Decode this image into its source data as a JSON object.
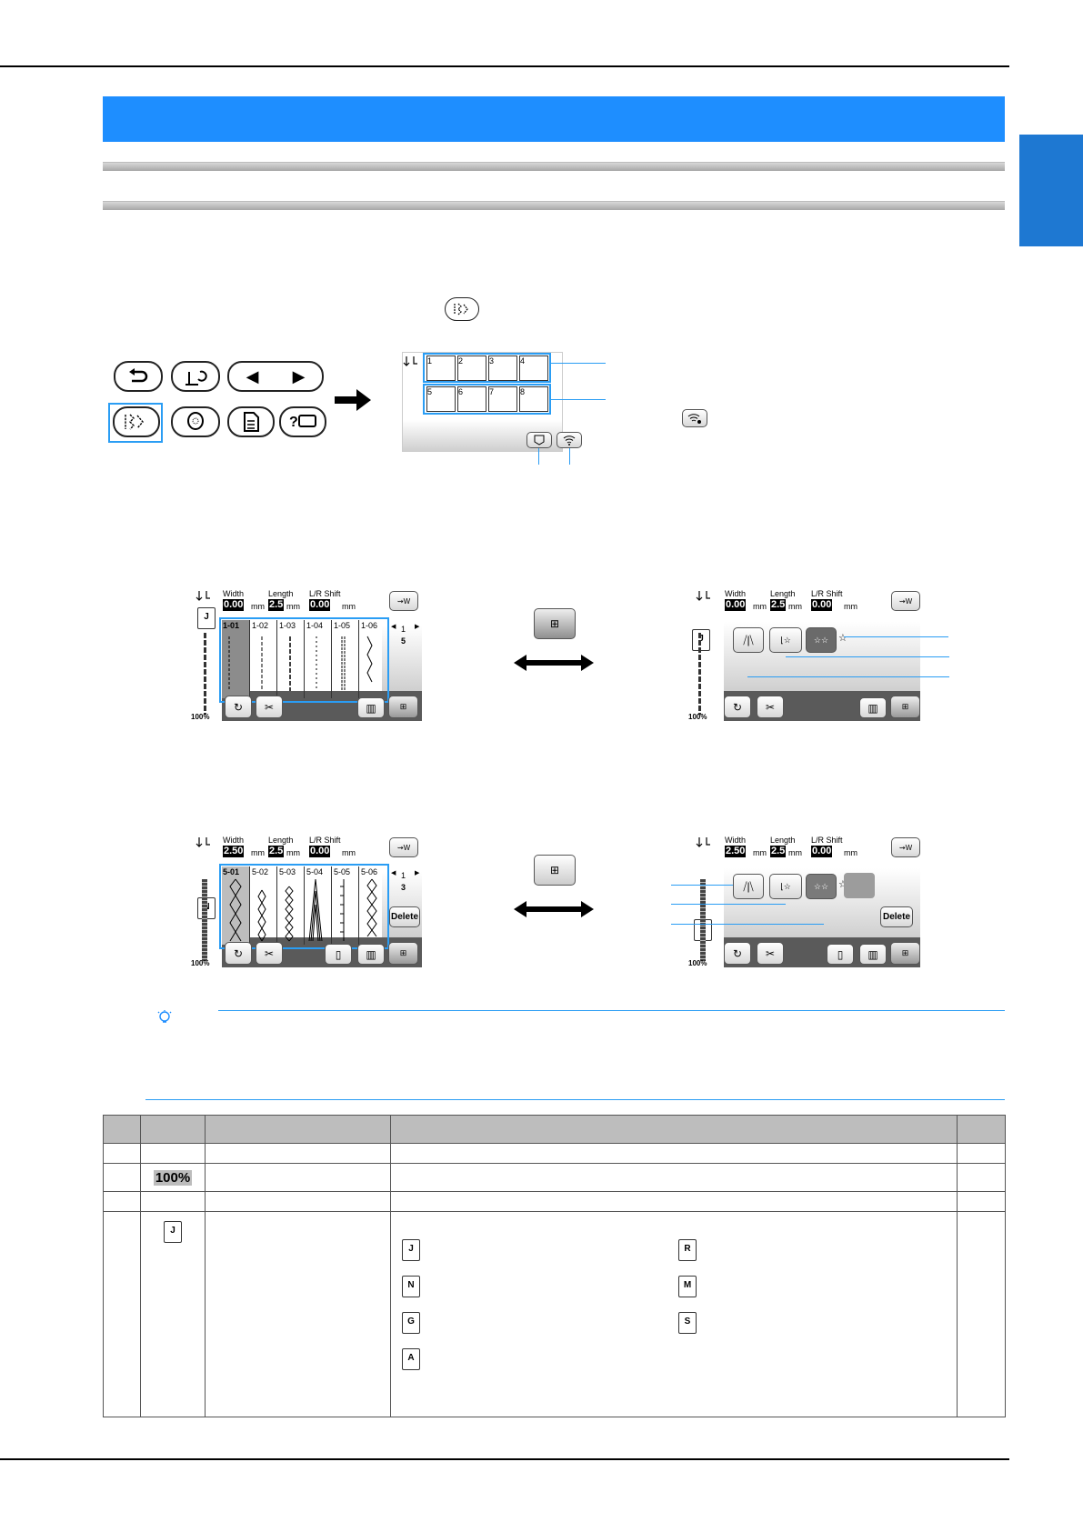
{
  "title_bar": {
    "text": ""
  },
  "home_buttons": {
    "row1": [
      "↶",
      "⟳",
      "◀ ▶"
    ],
    "row2": [
      "utility",
      "embroidery",
      "menu",
      "help"
    ]
  },
  "category_screen": {
    "cells": [
      "1",
      "2",
      "3",
      "4",
      "5",
      "6",
      "7",
      "8"
    ]
  },
  "screen_a": {
    "width_label": "Width",
    "width_value": "0.00",
    "width_unit": "mm",
    "length_label": "Length",
    "length_value": "2.5",
    "length_unit": "mm",
    "shift_label": "L/R Shift",
    "shift_value": "0.00",
    "shift_unit": "mm",
    "page_current": "1",
    "page_total": "5",
    "percent": "100%",
    "foot": "J",
    "stitches": [
      "1-01",
      "1-02",
      "1-03",
      "1-04",
      "1-05",
      "1-06"
    ]
  },
  "screen_b": {
    "width_label": "Width",
    "width_value": "0.00",
    "width_unit": "mm",
    "length_label": "Length",
    "length_value": "2.5",
    "length_unit": "mm",
    "shift_label": "L/R Shift",
    "shift_value": "0.00",
    "shift_unit": "mm",
    "percent": "100%",
    "foot": "J"
  },
  "screen_c": {
    "width_label": "Width",
    "width_value": "2.50",
    "width_unit": "mm",
    "length_label": "Length",
    "length_value": "2.5",
    "length_unit": "mm",
    "shift_label": "L/R Shift",
    "shift_value": "0.00",
    "shift_unit": "mm",
    "page_current": "1",
    "page_total": "3",
    "percent": "100%",
    "foot": "N",
    "delete_label": "Delete",
    "stitches": [
      "5-01",
      "5-02",
      "5-03",
      "5-04",
      "5-05",
      "5-06"
    ]
  },
  "screen_d": {
    "width_label": "Width",
    "width_value": "2.50",
    "width_unit": "mm",
    "length_label": "Length",
    "length_value": "2.5",
    "length_unit": "mm",
    "shift_label": "L/R Shift",
    "shift_value": "0.00",
    "shift_unit": "mm",
    "percent": "100%",
    "foot": "N",
    "delete_label": "Delete"
  },
  "table": {
    "row2_percent": "100%",
    "feet": [
      "J",
      "R",
      "N",
      "M",
      "G",
      "S",
      "A"
    ]
  },
  "colors": {
    "accent": "#1e8eff",
    "tab": "#1e78d2",
    "callout": "#2a9df4"
  }
}
